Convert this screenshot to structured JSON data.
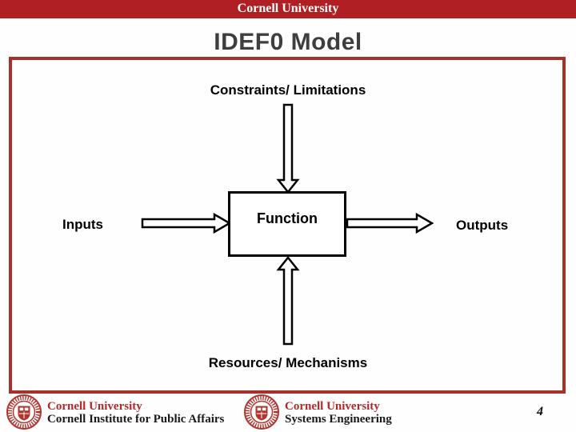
{
  "banner": {
    "text": "Cornell University"
  },
  "title": "IDEF0 Model",
  "diagram": {
    "constraints_label": "Constraints/ Limitations",
    "inputs_label": "Inputs",
    "function_label": "Function",
    "outputs_label": "Outputs",
    "resources_label": "Resources/ Mechanisms"
  },
  "footer": {
    "left": {
      "org": "Cornell University",
      "unit": "Cornell Institute for Public Affairs"
    },
    "right": {
      "org": "Cornell University",
      "unit": "Systems Engineering"
    },
    "page_number": "4"
  },
  "colors": {
    "banner_red": "#B01F23",
    "border_red": "#A5302C",
    "seal_red": "#B0352F",
    "footer_text_red": "#B2292B",
    "title_gray": "#3E3E3E",
    "label_black": "#000000",
    "slide_bg": "#FEFEFE"
  },
  "icons": {
    "left_footer": "cornell-seal-icon",
    "right_footer": "cornell-seal-icon"
  }
}
